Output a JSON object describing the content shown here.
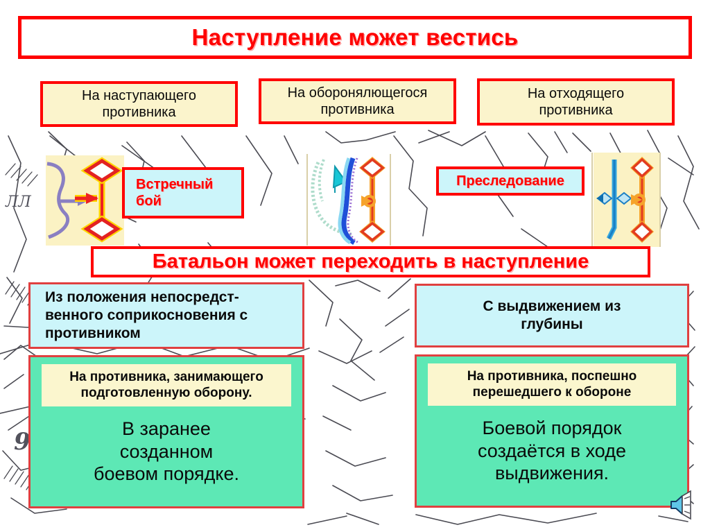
{
  "slide": {
    "title": "Наступление может вестись",
    "banner": "Батальон может переходить в наступление",
    "title_color": "#FF0000",
    "box_border_color": "#FF0000",
    "cream_fill": "#FBF4CC",
    "cyan_fill": "#CCF5FA",
    "teal_fill": "#5DE8B5"
  },
  "top_boxes": [
    {
      "label": "На наступающего\nпротивника"
    },
    {
      "label": "На оборонялющегося\nпротивника"
    },
    {
      "label": "На отходящего\nпротивника"
    }
  ],
  "diagram_labels": [
    {
      "label": "Встречный\nбой"
    },
    {
      "label": "Преследование"
    }
  ],
  "columns": [
    {
      "method": "Из положения непосредст-\nвенного соприкосновения с\nпротивником",
      "enemy_state": "На противника, занимающего\nподготовленную оборону.",
      "conclusion": "В заранее\nсозданном\nбоевом порядке."
    },
    {
      "method": "С выдвижением из\nглубины",
      "enemy_state": "На противника, поспешно\nперешедшего к обороне",
      "conclusion": "Боевой порядок\nсоздаётся в ходе\nвыдвижения."
    }
  ],
  "icons": {
    "speaker": "speaker-icon"
  }
}
